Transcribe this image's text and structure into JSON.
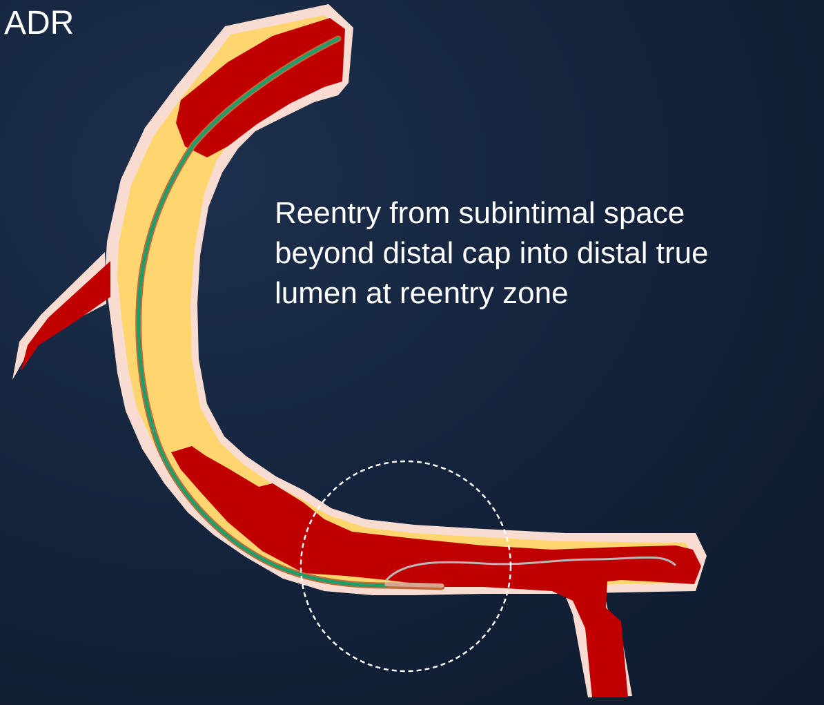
{
  "slide": {
    "title": "ADR",
    "annotation_lines": [
      "Reentry from subintimal space",
      "beyond distal cap into distal true",
      "lumen at reentry zone"
    ]
  },
  "colors": {
    "background": "#13223a",
    "vessel_wall": "#f8dcd2",
    "plaque": "#fed56e",
    "blood_lumen": "#c00000",
    "guidewire": "#1f9e6a",
    "reentry_wire": "#b9b9b9",
    "highlight_circle": "#ffffff"
  }
}
